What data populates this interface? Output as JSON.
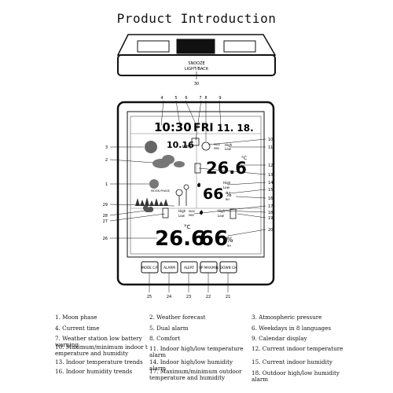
{
  "page": {
    "title": "Product Introduction"
  },
  "top_view": {
    "button_label_1": "SNOOZE",
    "button_label_2": "LIGHT/BACK",
    "callout": "30"
  },
  "display": {
    "time": "10:30",
    "weekday": "FRI",
    "date": "11. 18.",
    "pressure": "10.16",
    "pressure_unit": "inHg",
    "moon_label": "MOON PHASE",
    "indoor_temp": "26.6",
    "indoor_humidity": "66",
    "outdoor_temp": "26.6",
    "outdoor_humidity": "66",
    "unit_c": "°C",
    "unit_pct": "%",
    "rh": "RH",
    "high": "High",
    "low": "Low",
    "max": "MAX",
    "min": "MIN",
    "buttons": [
      "MODE C/F",
      "ALARM",
      "ALERT",
      "UP MAX/MIN",
      "DOWN CH"
    ]
  },
  "callouts": {
    "top": [
      "4",
      "5",
      "6",
      "7",
      "8",
      "9"
    ],
    "left": [
      "3",
      "2",
      "1",
      "29",
      "28",
      "27",
      "26"
    ],
    "right": [
      "10",
      "11",
      "12",
      "13",
      "14",
      "15",
      "16",
      "17",
      "18",
      "19",
      "20"
    ],
    "bottom": [
      "25",
      "24",
      "23",
      "22",
      "21"
    ]
  },
  "legend": [
    "1. Moon phase",
    "2. Weather forecast",
    "3. Atmospheric pressure",
    "4. Current time",
    "5. Dual alarm",
    "6. Weekdays in 8 languages",
    "7. Weather station low battery warning",
    "8. Comfort",
    "9. Calendar display",
    "10. Maximum/minimum indoor t emperature and humidity",
    "11. Indoor high/low temperature alarm",
    "12. Current indoor temperature",
    "13. Indoor temperature trends",
    "14. Indoor high/low humidity alarm",
    "15. Current indoor humidity",
    "16. Indoor humidity trends",
    "17. Maximum/minimum outdoor temperature and humidity",
    "18. Outdoor high/low humidity alarm"
  ]
}
